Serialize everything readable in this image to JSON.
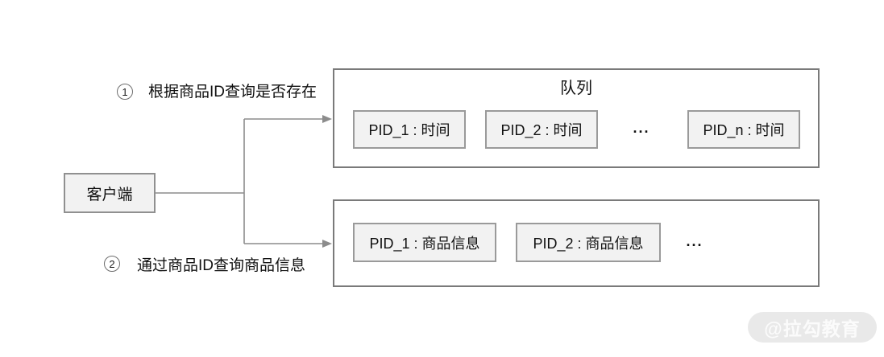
{
  "steps": [
    {
      "number": "1",
      "text": "根据商品ID查询是否存在"
    },
    {
      "number": "2",
      "text": "通过商品ID查询商品信息"
    }
  ],
  "client": {
    "label": "客户端"
  },
  "queue": {
    "title": "队列",
    "items": [
      "PID_1 : 时间",
      "PID_2 : 时间",
      "PID_n : 时间"
    ],
    "ellipsis": "..."
  },
  "product_info": {
    "items": [
      "PID_1 : 商品信息",
      "PID_2 : 商品信息"
    ],
    "ellipsis": "..."
  },
  "watermark": {
    "text": "@拉勾教育"
  },
  "colors": {
    "node_fill": "#f2f2f2",
    "node_border": "#909090",
    "container_border": "#7a7a7a",
    "connector": "#8c8c8c",
    "watermark_bg": "#e9e9e9",
    "watermark_text": "#fbfbfb"
  }
}
